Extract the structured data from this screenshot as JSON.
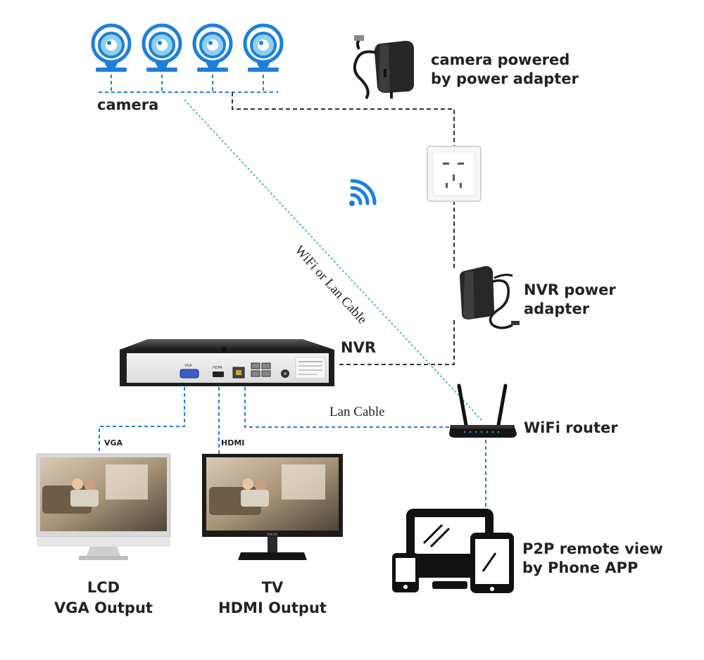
{
  "colors": {
    "accent_blue": "#1e7fd8",
    "wifi_line": "#2aa3d8",
    "power_line": "#333333",
    "text": "#222222"
  },
  "labels": {
    "camera": "camera",
    "camera_power": [
      "camera powered",
      "by power  adapter"
    ],
    "wifi_or_lan": "WiFi or Lan Cable",
    "nvr_power": [
      "NVR power",
      "adapter"
    ],
    "nvr": "NVR",
    "lan_cable": "Lan Cable",
    "wifi_router": "WiFi router",
    "vga_short": "VGA",
    "hdmi_short": "HDMI",
    "lcd": [
      "LCD",
      "VGA Output"
    ],
    "tv": [
      "TV",
      "HDMI Output"
    ],
    "p2p": [
      "P2P remote view",
      "by Phone APP"
    ]
  },
  "devices": {
    "camera_count": 4,
    "nvr_panel_labels": [
      "VGA",
      "HDMI"
    ],
    "tv_brand": "PHILIPS"
  },
  "icons": [
    "camera-icon",
    "power-adapter-icon",
    "wall-socket-icon",
    "wifi-signal-icon",
    "nvr-box-icon",
    "wifi-router-icon",
    "lcd-monitor-icon",
    "tv-icon",
    "devices-icon"
  ]
}
